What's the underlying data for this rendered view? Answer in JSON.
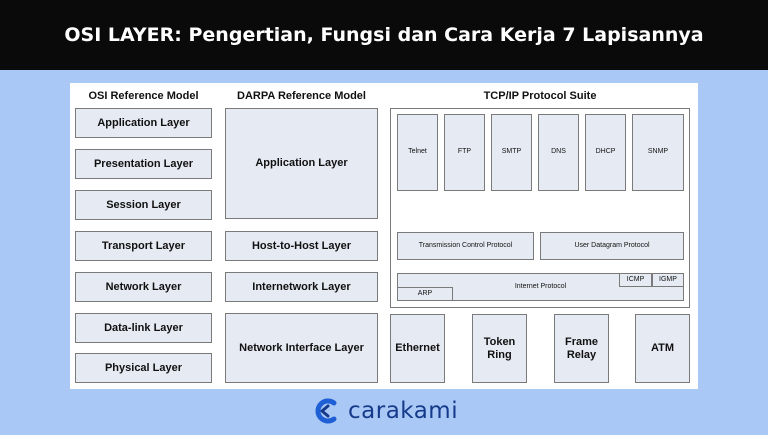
{
  "header": {
    "title": "OSI LAYER: Pengertian, Fungsi dan Cara Kerja 7 Lapisannya"
  },
  "diagram": {
    "osi": {
      "title": "OSI Reference Model",
      "layers": [
        "Application Layer",
        "Presentation Layer",
        "Session Layer",
        "Transport Layer",
        "Network Layer",
        "Data-link Layer",
        "Physical Layer"
      ]
    },
    "darpa": {
      "title": "DARPA Reference Model",
      "layers": [
        "Application Layer",
        "Host-to-Host Layer",
        "Internetwork Layer",
        "Network Interface Layer"
      ]
    },
    "tcpip": {
      "title": "TCP/IP Protocol Suite",
      "apps": [
        "Telnet",
        "FTP",
        "SMTP",
        "DNS",
        "DHCP",
        "SNMP"
      ],
      "transport": [
        "Transmission Control Protocol",
        "User Datagram Protocol"
      ],
      "internet": {
        "main": "Internet Protocol",
        "icmp": "ICMP",
        "igmp": "IGMP",
        "arp": "ARP"
      },
      "network": [
        "Ethernet",
        "Token Ring",
        "Frame Relay",
        "ATM"
      ]
    }
  },
  "logo": {
    "text": "carakami",
    "color": "#163a8a"
  }
}
